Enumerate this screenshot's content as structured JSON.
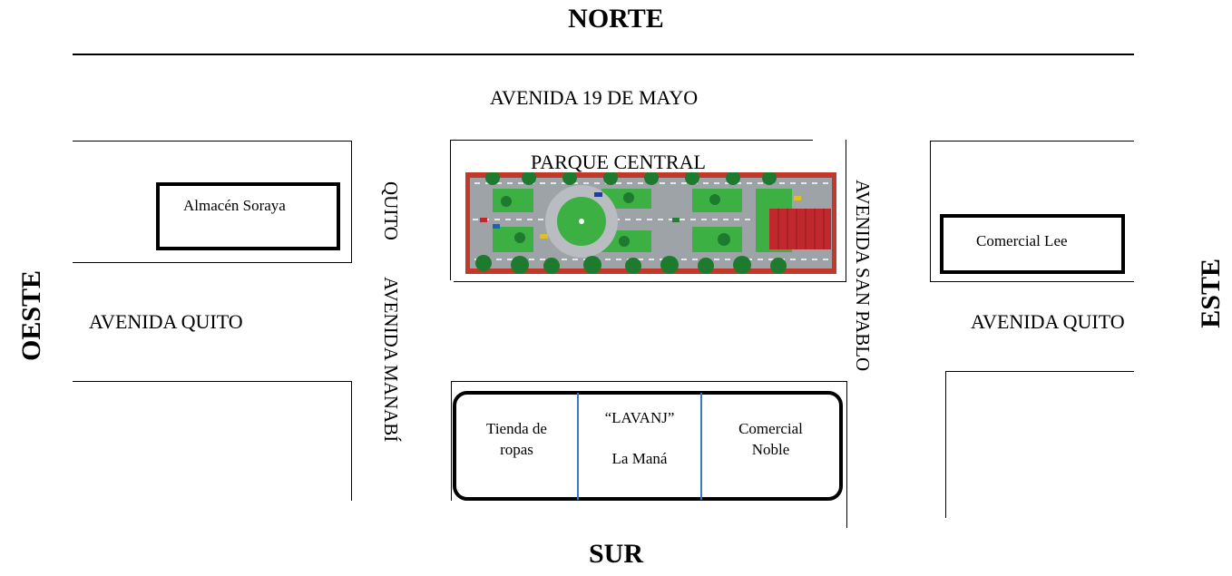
{
  "directions": {
    "north": "NORTE",
    "south": "SUR",
    "west": "OESTE",
    "east": "ESTE"
  },
  "streets": {
    "top": "AVENIDA 19 DE MAYO",
    "quito_left": "AVENIDA QUITO",
    "quito_right": "AVENIDA QUITO",
    "manabi": "AVENIDA MANABÍ",
    "quito_vertical": "QUITO",
    "san_pablo": "AVENIDA SAN PABLO"
  },
  "park": {
    "label": "PARQUE CENTRAL"
  },
  "stores": {
    "soraya": "Almacén Soraya",
    "lee": "Comercial Lee",
    "tienda_line1": "Tienda de",
    "tienda_line2": "ropas",
    "lavanj_line1": "“LAVANJ”",
    "lavanj_line2": "La Maná",
    "noble_line1": "Comercial",
    "noble_line2": "Noble"
  },
  "colors": {
    "grass": "#3cb043",
    "road": "#9ea3a8",
    "border": "#c0392b",
    "roof": "#c0282d",
    "divider": "#3b78c2"
  }
}
